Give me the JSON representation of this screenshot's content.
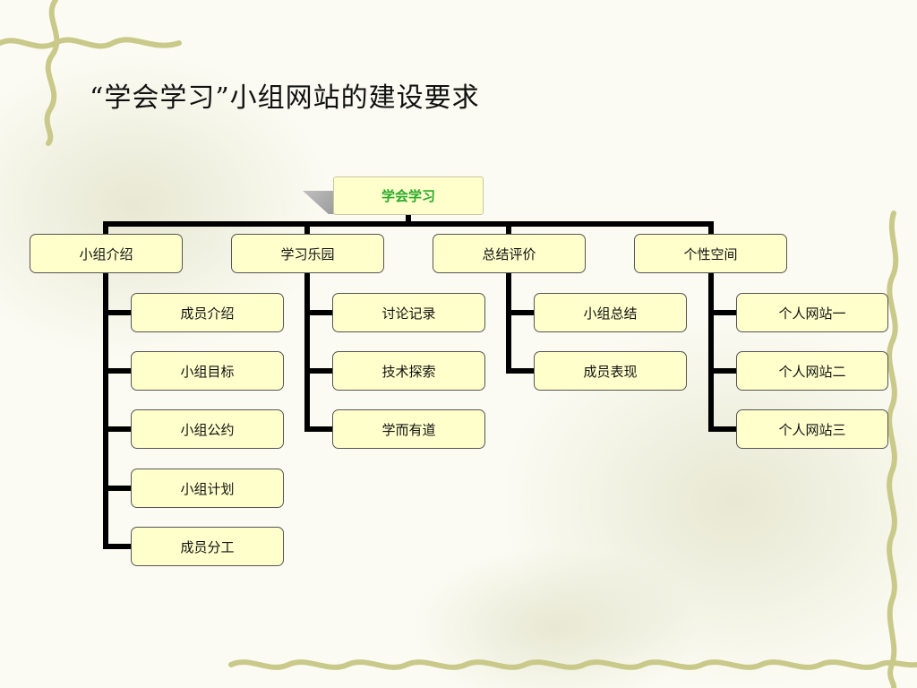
{
  "slide": {
    "title": "“学会学习”小组网站的建设要求"
  },
  "diagram": {
    "root": "学会学习",
    "branches": [
      {
        "label": "小组介绍",
        "children": [
          "成员介绍",
          "小组目标",
          "小组公约",
          "小组计划",
          "成员分工"
        ]
      },
      {
        "label": "学习乐园",
        "children": [
          "讨论记录",
          "技术探索",
          "学而有道"
        ]
      },
      {
        "label": "总结评价",
        "children": [
          "小组总结",
          "成员表现"
        ]
      },
      {
        "label": "个性空间",
        "children": [
          "个人网站一",
          "个人网站二",
          "个人网站三"
        ]
      }
    ]
  },
  "colors": {
    "box_fill": "#ffffcc",
    "root_text": "#2aa92a",
    "connector": "#000000",
    "vine": "#c9c98a"
  }
}
